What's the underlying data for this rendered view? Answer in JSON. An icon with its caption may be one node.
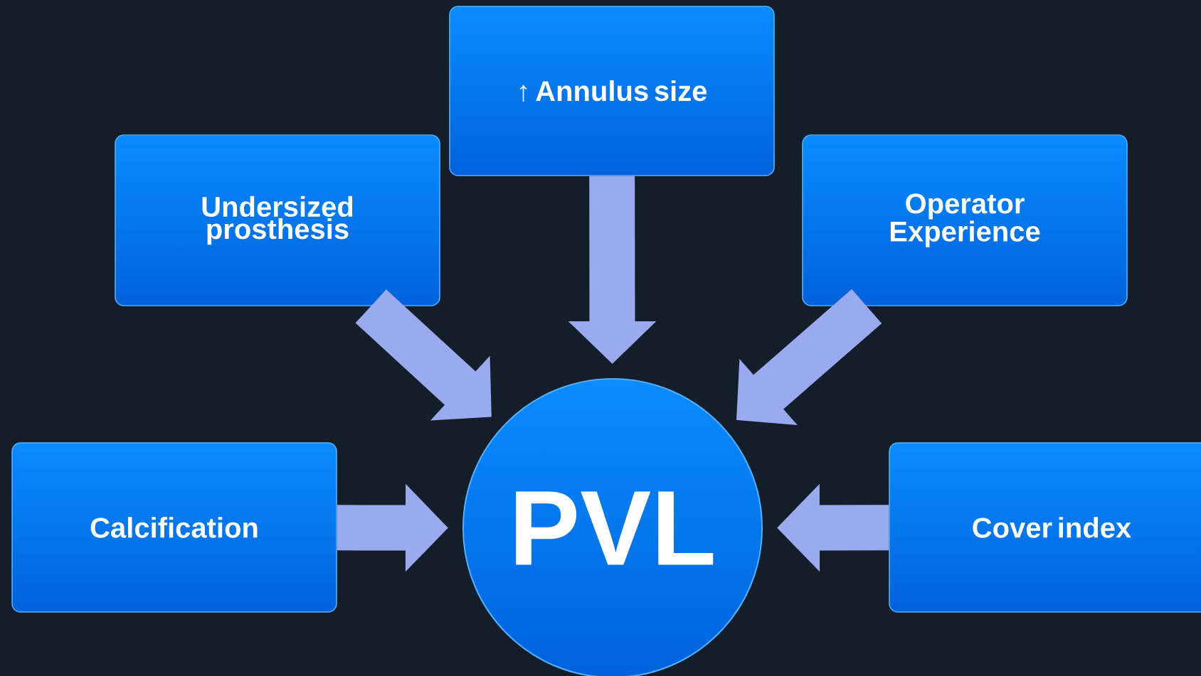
{
  "diagram": {
    "nodes": [
      {
        "text": [
          "↑ Annulus size"
        ]
      },
      {
        "text": [
          "Undersized prosthesis"
        ]
      },
      {
        "text": [
          "Operator Experience"
        ]
      },
      {
        "text": [
          "Calcification"
        ]
      },
      {
        "text": [
          "PVL"
        ]
      },
      {
        "text": [
          "Cover index"
        ]
      }
    ],
    "edges": [
      {
        "from": 0,
        "to": 4,
        "arrow": "to"
      },
      {
        "from": 1,
        "to": 4,
        "arrow": "to"
      },
      {
        "from": 2,
        "to": 4,
        "arrow": "to"
      },
      {
        "from": 3,
        "to": 4,
        "arrow": "to"
      },
      {
        "from": 5,
        "to": 4,
        "arrow": "to"
      }
    ]
  }
}
